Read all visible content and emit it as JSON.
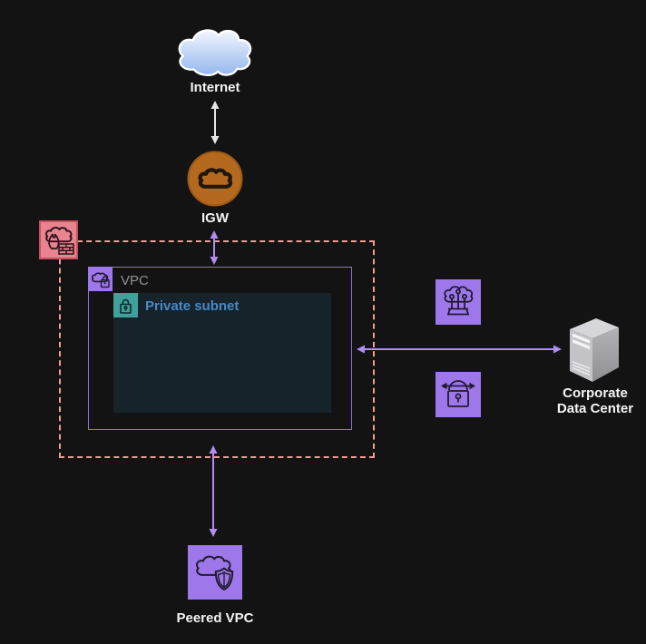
{
  "app": {
    "type": "network-architecture-diagram",
    "theme": "dark"
  },
  "nodes": {
    "internet": {
      "label": "Internet",
      "icon": "internet-cloud-icon"
    },
    "igw": {
      "label": "IGW",
      "icon": "internet-gateway-icon"
    },
    "network_firewall": {
      "icon": "network-firewall-icon"
    },
    "vpc": {
      "label": "VPC",
      "icon": "vpc-cloud-lock-icon"
    },
    "private_subnet": {
      "label": "Private subnet",
      "icon": "private-subnet-lock-icon"
    },
    "vpn_gateway": {
      "icon": "vpn-gateway-icon"
    },
    "site_to_site_vpn": {
      "icon": "site-to-site-vpn-icon"
    },
    "corporate_data_center": {
      "label_line1": "Corporate",
      "label_line2": "Data Center",
      "icon": "server-tower-icon"
    },
    "peered_vpc": {
      "label": "Peered VPC",
      "icon": "vpc-peering-cloud-shield-icon"
    }
  },
  "connectors": [
    {
      "from": "internet",
      "to": "igw",
      "style": "double-arrow",
      "color_key": "arrow_white"
    },
    {
      "from": "igw",
      "to": "vpc",
      "style": "double-arrow",
      "color_key": "arrow_purple"
    },
    {
      "from": "vpc",
      "to": "corporate_data_center",
      "style": "double-arrow",
      "color_key": "arrow_purple"
    },
    {
      "from": "vpc_boundary",
      "to": "peered_vpc",
      "style": "double-arrow",
      "color_key": "arrow_purple"
    }
  ],
  "colors": {
    "background": "#141314",
    "label_white": "#F4F4F4",
    "arrow_white": "#E6E6E6",
    "arrow_purple": "#AE8EF0",
    "boundary_dash": "#EE9D92",
    "vpc_border": "#8F6BEA",
    "vpc_label": "#8F9193",
    "subnet_fill": "#16232B",
    "subnet_icon_fill": "#40A09A",
    "subnet_label": "#4789C8",
    "purple_icon_fill": "#9E77EA",
    "firewall_fill": "#E8838F",
    "firewall_border": "#C9505E",
    "igw_fill": "#B4691E",
    "igw_ring": "#9C5A18",
    "glyph_dark": "#221A26",
    "internet_cloud_top": "#F2F7FF",
    "internet_cloud_bottom": "#93B7ED",
    "server_top": "#D7D7DB",
    "server_front": "#C4C4C8",
    "server_side": "#9A9A9E"
  }
}
